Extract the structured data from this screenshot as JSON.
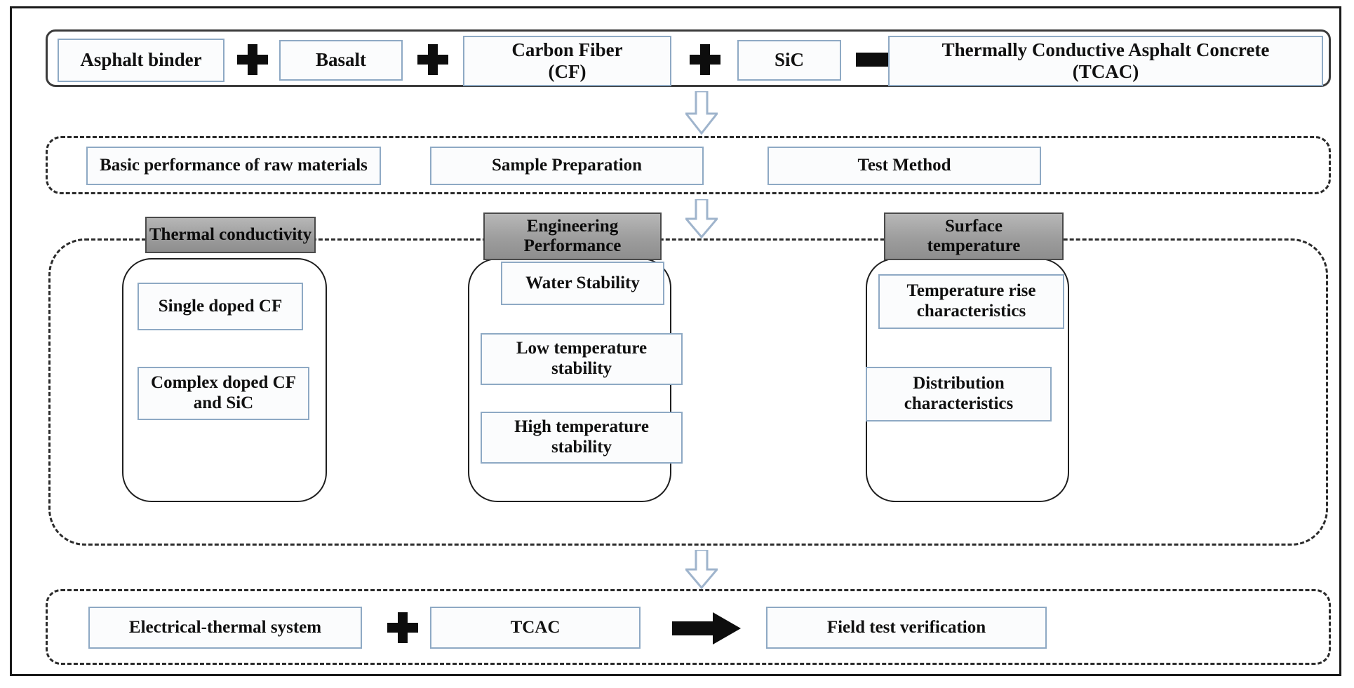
{
  "diagram": {
    "title": "Thermally Conductive Asphalt Concrete research flowchart",
    "accent_blue": "#8ea9c4",
    "gray_header": "#9d9d9d",
    "black": "#0d0d0d"
  },
  "section1": {
    "name": "materials-row",
    "items": [
      {
        "label": "Asphalt binder"
      },
      {
        "label": "Basalt"
      },
      {
        "label": "Carbon Fiber\n(CF)",
        "line1": "Carbon Fiber",
        "line2": "(CF)"
      },
      {
        "label": "SiC"
      },
      {
        "label": "Thermally Conductive Asphalt Concrete\n(TCAC)",
        "line1": "Thermally Conductive Asphalt Concrete",
        "line2": "(TCAC)"
      }
    ],
    "operators": [
      "plus",
      "plus",
      "plus",
      "arrow-right"
    ]
  },
  "section2": {
    "name": "methodology-row",
    "items": [
      {
        "label": "Basic performance of raw materials"
      },
      {
        "label": "Sample Preparation"
      },
      {
        "label": "Test Method"
      }
    ]
  },
  "section3": {
    "name": "performance-groups",
    "groups": [
      {
        "header": "Thermal conductivity",
        "header_line1": "Thermal conductivity",
        "header_line2": "",
        "items": [
          {
            "line1": "Single doped CF",
            "line2": ""
          },
          {
            "line1": "Complex doped CF",
            "line2": "and SiC"
          }
        ]
      },
      {
        "header": "Engineering Performance",
        "header_line1": "Engineering",
        "header_line2": "Performance",
        "items": [
          {
            "line1": "Water Stability",
            "line2": ""
          },
          {
            "line1": "Low temperature",
            "line2": "stability"
          },
          {
            "line1": "High temperature",
            "line2": "stability"
          }
        ]
      },
      {
        "header": "Surface temperature",
        "header_line1": "Surface",
        "header_line2": "temperature",
        "items": [
          {
            "line1": "Temperature rise",
            "line2": "characteristics"
          },
          {
            "line1": "Distribution",
            "line2": "characteristics"
          }
        ]
      }
    ]
  },
  "section4": {
    "name": "application-row",
    "items": [
      {
        "label": "Electrical-thermal system"
      },
      {
        "label": "TCAC"
      },
      {
        "label": "Field test verification"
      }
    ],
    "operators": [
      "plus",
      "arrow-right"
    ]
  },
  "connectors": [
    {
      "name": "connector-1",
      "type": "hollow-down-arrow"
    },
    {
      "name": "connector-2",
      "type": "hollow-down-arrow"
    },
    {
      "name": "connector-3",
      "type": "hollow-down-arrow"
    }
  ]
}
